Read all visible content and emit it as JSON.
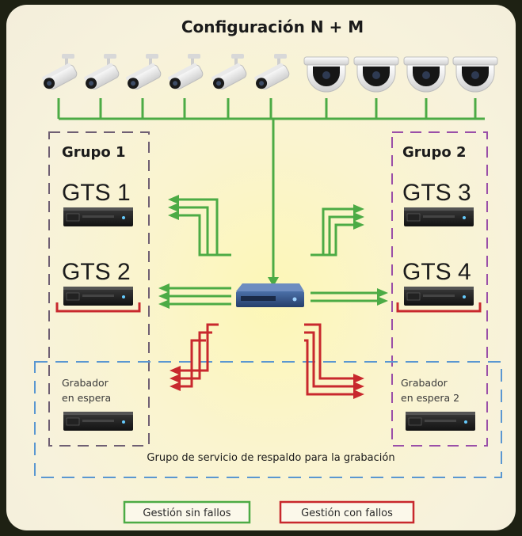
{
  "title": "Configuración N + M",
  "group1": {
    "label": "Grupo 1",
    "recorders": [
      "GTS 1",
      "GTS 2"
    ],
    "standby": [
      "Grabador",
      "en espera"
    ]
  },
  "group2": {
    "label": "Grupo 2",
    "recorders": [
      "GTS 3",
      "GTS 4"
    ],
    "standby": [
      "Grabador",
      "en espera 2"
    ]
  },
  "backup_group_label": "Grupo de servicio de respaldo para la grabación",
  "legend": {
    "ok": "Gestión sin fallos",
    "fail": "Gestión con fallos"
  },
  "colors": {
    "ok": "#4cab45",
    "fail": "#c8282d",
    "group1_border": "#6f5f73",
    "group2_border": "#9a4fa8",
    "backup_border": "#5a97d1"
  },
  "cameras": {
    "bullet_count": 6,
    "dome_count": 4
  },
  "icons": {
    "camera": "bullet-camera-icon",
    "dome": "dome-camera-icon",
    "switch": "network-switch-icon",
    "recorder": "recorder-device-icon"
  }
}
